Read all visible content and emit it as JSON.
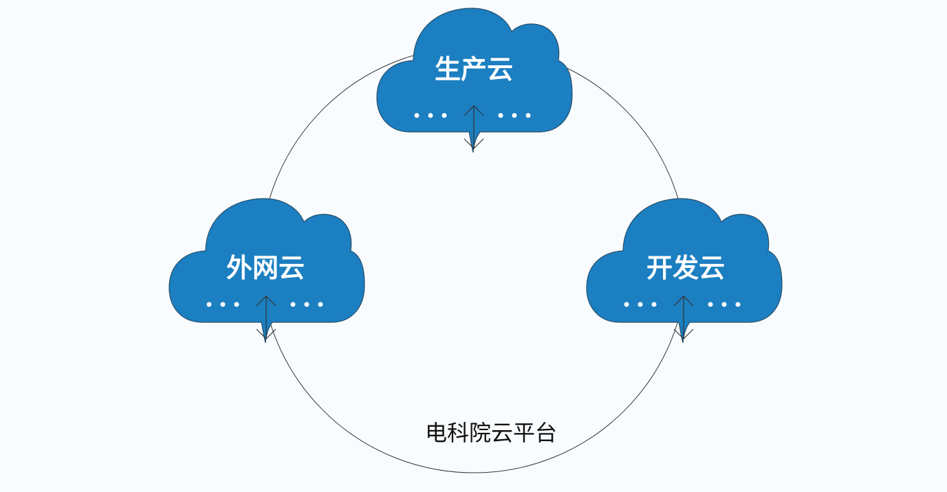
{
  "diagram": {
    "platform": {
      "label": "电科院云平台"
    },
    "clouds": [
      {
        "id": "production",
        "title": "生产云"
      },
      {
        "id": "external",
        "title": "外网云"
      },
      {
        "id": "development",
        "title": "开发云"
      }
    ],
    "colors": {
      "background": "#f9fcfe",
      "cloud_fill": "#1b7fc1",
      "cloud_stroke": "#2a4f6a",
      "ring": "#333333",
      "cloud_text": "#ffffff",
      "label_text": "#111111"
    }
  }
}
